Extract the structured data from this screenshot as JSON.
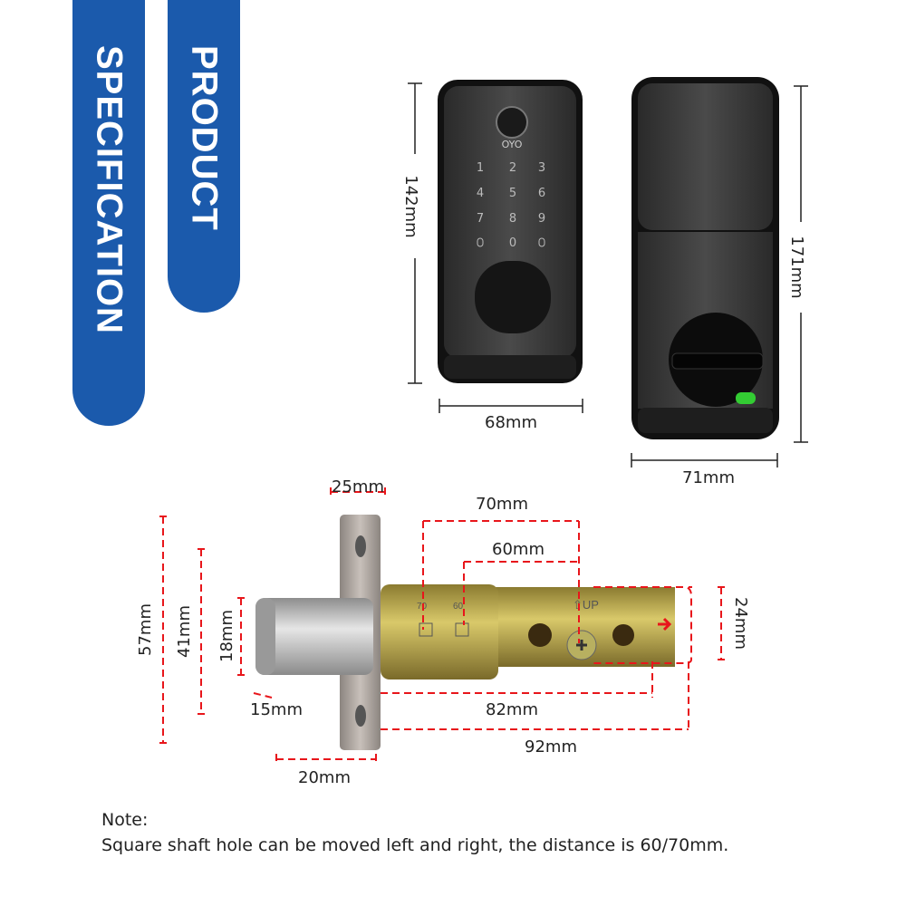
{
  "tabs": {
    "specification": "SPECIFICATION",
    "product": "PRODUCT"
  },
  "front_lock": {
    "brand": "OYO",
    "keys": [
      "1",
      "2",
      "3",
      "4",
      "5",
      "6",
      "7",
      "8",
      "9",
      "0"
    ],
    "height_label": "142mm",
    "width_label": "68mm"
  },
  "back_lock": {
    "height_label": "171mm",
    "width_label": "71mm"
  },
  "latch": {
    "d25": "25mm",
    "d70": "70mm",
    "d60": "60mm",
    "d57": "57mm",
    "d41": "41mm",
    "d18": "18mm",
    "d15": "15mm",
    "d82": "82mm",
    "d92": "92mm",
    "d20": "20mm",
    "d24": "24mm",
    "mark70": "70",
    "mark60": "60",
    "up": "⇧UP"
  },
  "note": {
    "title": "Note:",
    "text": "Square shaft hole can be moved left and right, the distance is 60/70mm."
  },
  "colors": {
    "accent": "#1b5aac",
    "dimension_red": "#e8161b"
  }
}
